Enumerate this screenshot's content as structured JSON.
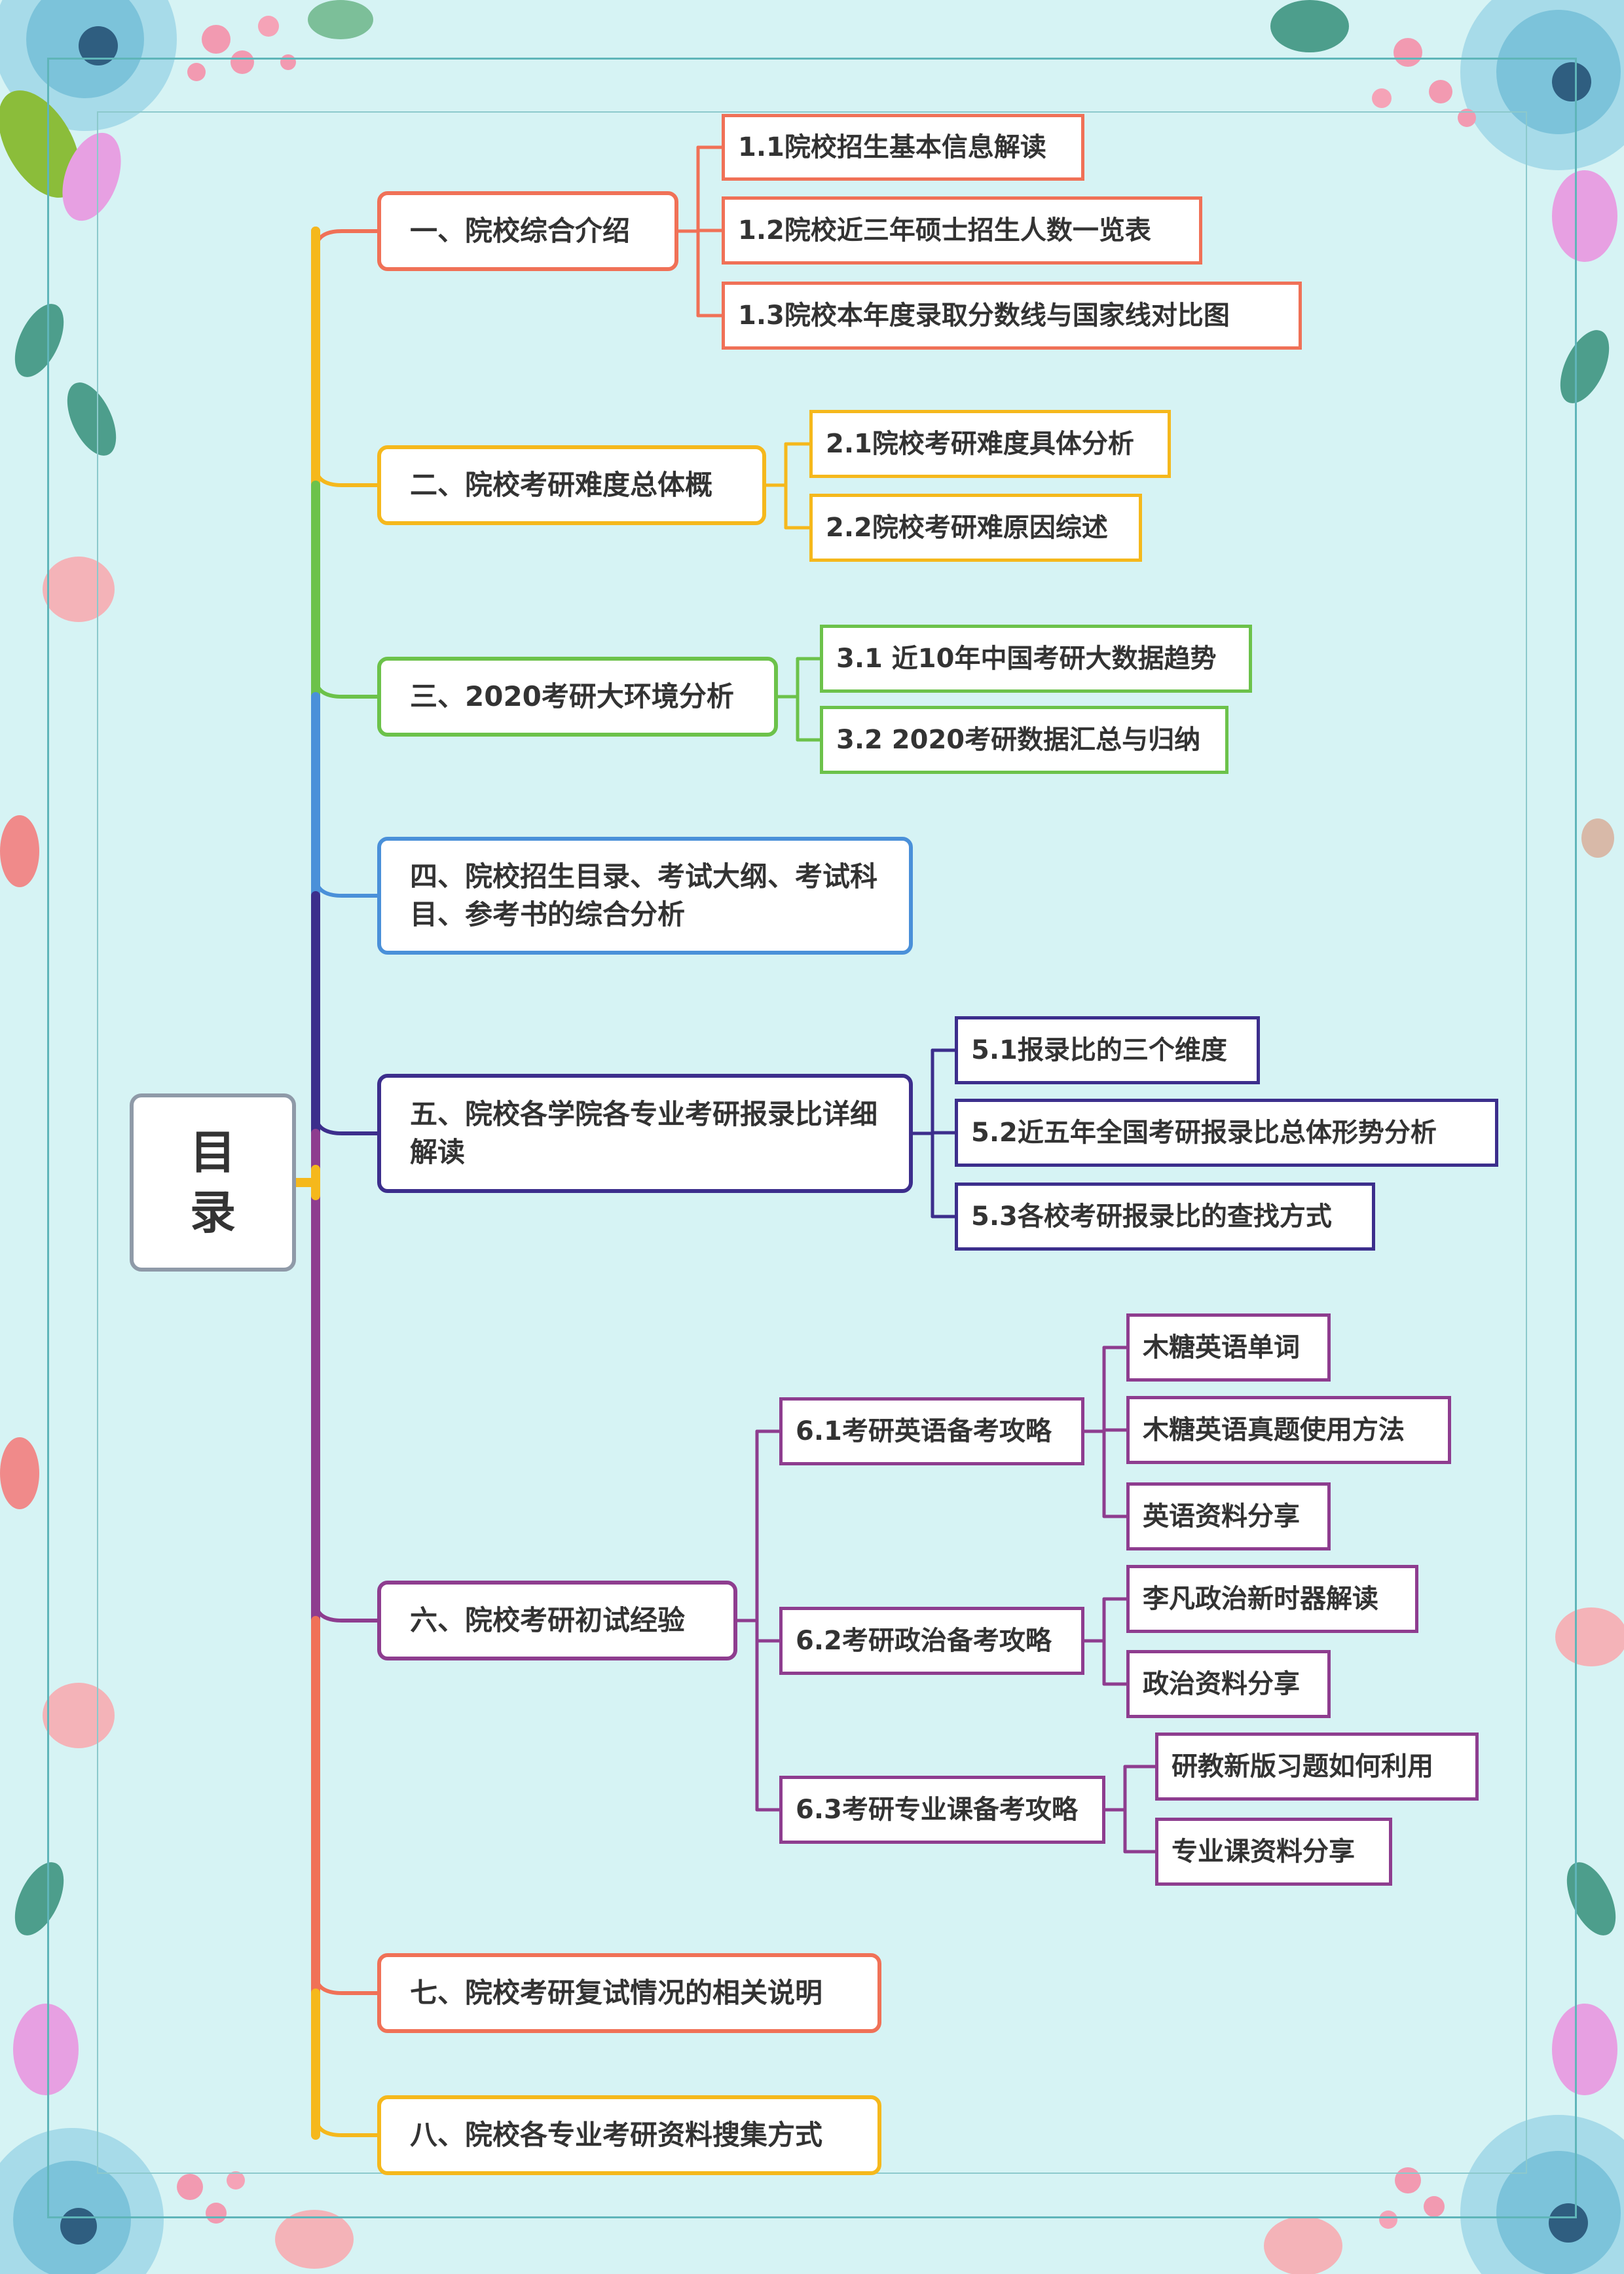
{
  "root": {
    "label": "目录"
  },
  "colors": {
    "s1": "#f07157",
    "s2": "#f5b81c",
    "s3": "#6cc24a",
    "s4": "#4a90d9",
    "s5": "#3c2e8c",
    "s6": "#8e3d8f",
    "s7": "#f07157",
    "s8": "#f5b81c",
    "trunk_tail": "#f5b81c"
  },
  "sections": [
    {
      "label": "一、院校综合介绍",
      "children": [
        {
          "label": "1.1院校招生基本信息解读"
        },
        {
          "label": "1.2院校近三年硕士招生人数一览表"
        },
        {
          "label": "1.3院校本年度录取分数线与国家线对比图"
        }
      ]
    },
    {
      "label": "二、院校考研难度总体概",
      "children": [
        {
          "label": "2.1院校考研难度具体分析"
        },
        {
          "label": "2.2院校考研难原因综述"
        }
      ]
    },
    {
      "label": "三、2020考研大环境分析",
      "children": [
        {
          "label": "3.1 近10年中国考研大数据趋势"
        },
        {
          "label": "3.2 2020考研数据汇总与归纳"
        }
      ]
    },
    {
      "label": "四、院校招生目录、考试大纲、考试科目、参考书的综合分析",
      "children": []
    },
    {
      "label": "五、院校各学院各专业考研报录比详细解读",
      "children": [
        {
          "label": "5.1报录比的三个维度"
        },
        {
          "label": "5.2近五年全国考研报录比总体形势分析"
        },
        {
          "label": "5.3各校考研报录比的查找方式"
        }
      ]
    },
    {
      "label": "六、院校考研初试经验",
      "children": [
        {
          "label": "6.1考研英语备考攻略",
          "children": [
            {
              "label": "木糖英语单词"
            },
            {
              "label": "木糖英语真题使用方法"
            },
            {
              "label": "英语资料分享"
            }
          ]
        },
        {
          "label": "6.2考研政治备考攻略",
          "children": [
            {
              "label": "李凡政治新时器解读"
            },
            {
              "label": "政治资料分享"
            }
          ]
        },
        {
          "label": "6.3考研专业课备考攻略",
          "children": [
            {
              "label": "研教新版习题如何利用"
            },
            {
              "label": "专业课资料分享"
            }
          ]
        }
      ]
    },
    {
      "label": "七、院校考研复试情况的相关说明",
      "children": []
    },
    {
      "label": "八、院校各专业考研资料搜集方式",
      "children": []
    }
  ]
}
